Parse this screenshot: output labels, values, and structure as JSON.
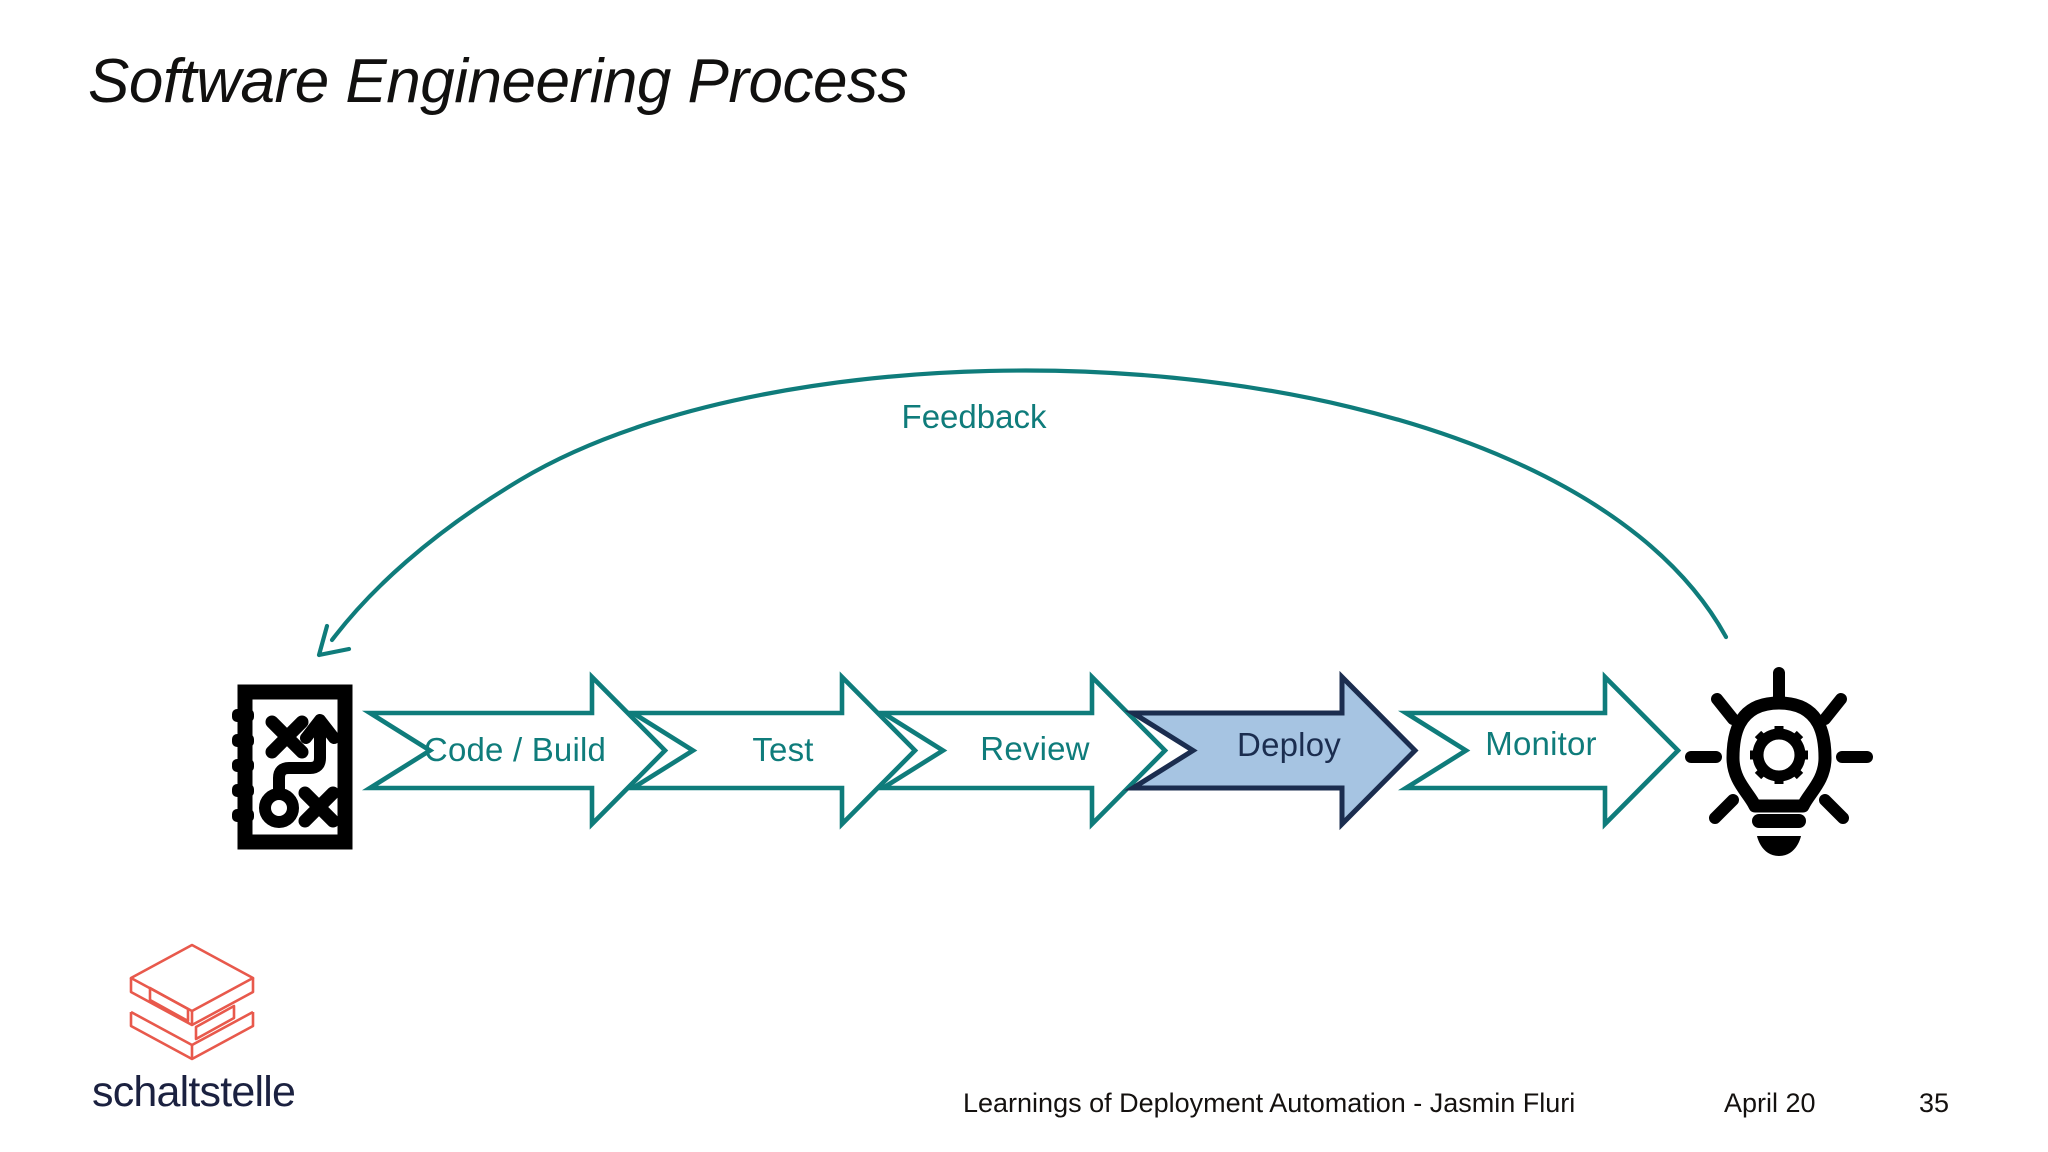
{
  "slide": {
    "title": "Software Engineering Process",
    "background_color": "#ffffff"
  },
  "colors": {
    "teal": "#0f7c7b",
    "navy": "#1b2d4f",
    "deploy_fill": "#a6c4e2",
    "logo_coral": "#e8594c",
    "logo_word": "#1b2140",
    "icon_black": "#000000"
  },
  "diagram": {
    "type": "process-flow",
    "start_icon": "strategy-playbook-icon",
    "end_icon": "lightbulb-gear-icon",
    "feedback": {
      "label": "Feedback",
      "direction": "right-to-left",
      "from": "lightbulb-gear-icon",
      "to": "strategy-playbook-icon"
    },
    "stages": [
      {
        "id": "code-build",
        "label": "Code / Build",
        "highlighted": false
      },
      {
        "id": "test",
        "label": "Test",
        "highlighted": false
      },
      {
        "id": "review",
        "label": "Review",
        "highlighted": false
      },
      {
        "id": "deploy",
        "label": "Deploy",
        "highlighted": true
      },
      {
        "id": "monitor",
        "label": "Monitor",
        "highlighted": false
      }
    ]
  },
  "logo": {
    "wordmark": "schaltstelle",
    "mark": "schaltstelle-cube-icon"
  },
  "footer": {
    "center": "Learnings of Deployment Automation - Jasmin Fluri",
    "date": "April 20",
    "page": "35"
  }
}
